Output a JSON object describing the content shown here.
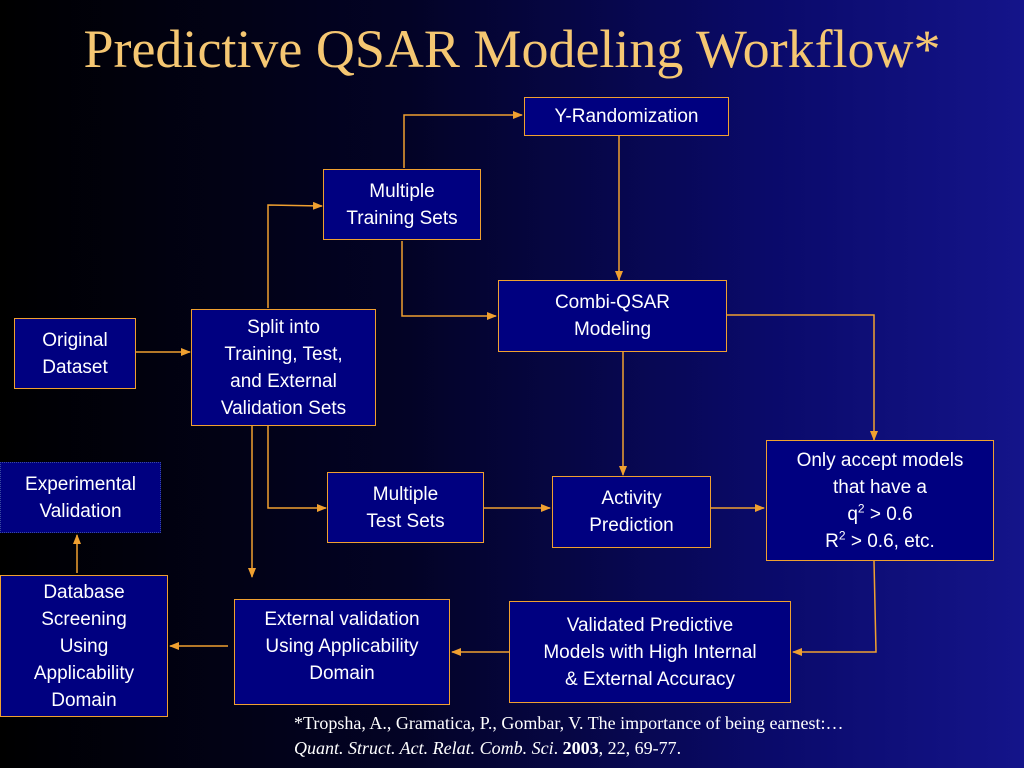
{
  "title": "Predictive QSAR Modeling Workflow*",
  "nodes": {
    "y_randomization": [
      "Y-Randomization"
    ],
    "multiple_training_sets": [
      "Multiple",
      "Training Sets"
    ],
    "combi_qsar": [
      "Combi-QSAR",
      "Modeling"
    ],
    "original_dataset": [
      "Original",
      "Dataset"
    ],
    "split": [
      "Split into",
      "Training, Test,",
      "and External",
      "Validation Sets"
    ],
    "experimental_validation": [
      "Experimental",
      "Validation"
    ],
    "multiple_test_sets": [
      "Multiple",
      "Test Sets"
    ],
    "activity_prediction": [
      "Activity",
      "Prediction"
    ],
    "accept_models": {
      "line1": "Only accept models",
      "line2": "that have a",
      "line3_pre": "q",
      "line3_sup": "2",
      "line3_post": " > 0.6",
      "line4_pre": "R",
      "line4_sup": "2",
      "line4_post": " > 0.6, etc."
    },
    "database_screening": [
      "Database",
      "Screening",
      "Using",
      "Applicability",
      "Domain"
    ],
    "external_validation": [
      "External validation",
      "Using Applicability",
      "Domain"
    ],
    "validated_models": [
      "Validated Predictive",
      "Models with High Internal",
      "& External Accuracy"
    ]
  },
  "citation": {
    "line1": "*Tropsha, A., Gramatica, P., Gombar, V. The importance of being earnest:…",
    "journal": "Quant. Struct. Act. Relat. Comb. Sci",
    "sep": ". ",
    "year": "2003",
    "rest": ", 22, 69-77."
  },
  "colors": {
    "title": "#f5c772",
    "box_fill": "#000080",
    "box_border": "#f0a030",
    "arrow": "#f0a030",
    "text": "#ffffff"
  }
}
